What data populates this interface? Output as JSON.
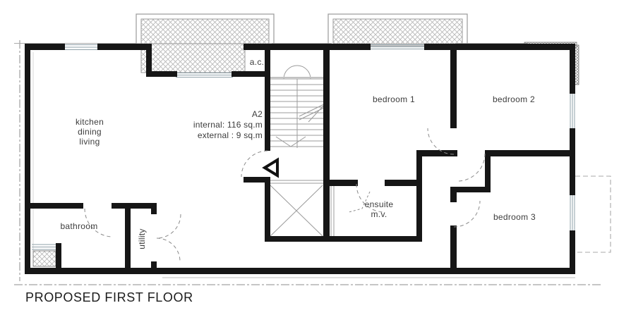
{
  "title": "PROPOSED FIRST FLOOR",
  "unit": {
    "name": "A2",
    "internal": "internal: 116 sq.m",
    "external": "external : 9 sq.m"
  },
  "rooms": {
    "kitchen": [
      "kitchen",
      "dining",
      "living"
    ],
    "bedroom1": "bedroom 1",
    "bedroom2": "bedroom 2",
    "bedroom3": "bedroom 3",
    "bathroom": "bathroom",
    "utility": "utility",
    "ensuite": [
      "ensuite",
      "m.v."
    ],
    "ac": "a.c."
  },
  "colors": {
    "wall": "#161616",
    "thin_line": "#999999",
    "hatch": "#b8b8b8",
    "window": "#8fa0a8",
    "text": "#3c3c3c",
    "title_text": "#1b1b1b"
  }
}
